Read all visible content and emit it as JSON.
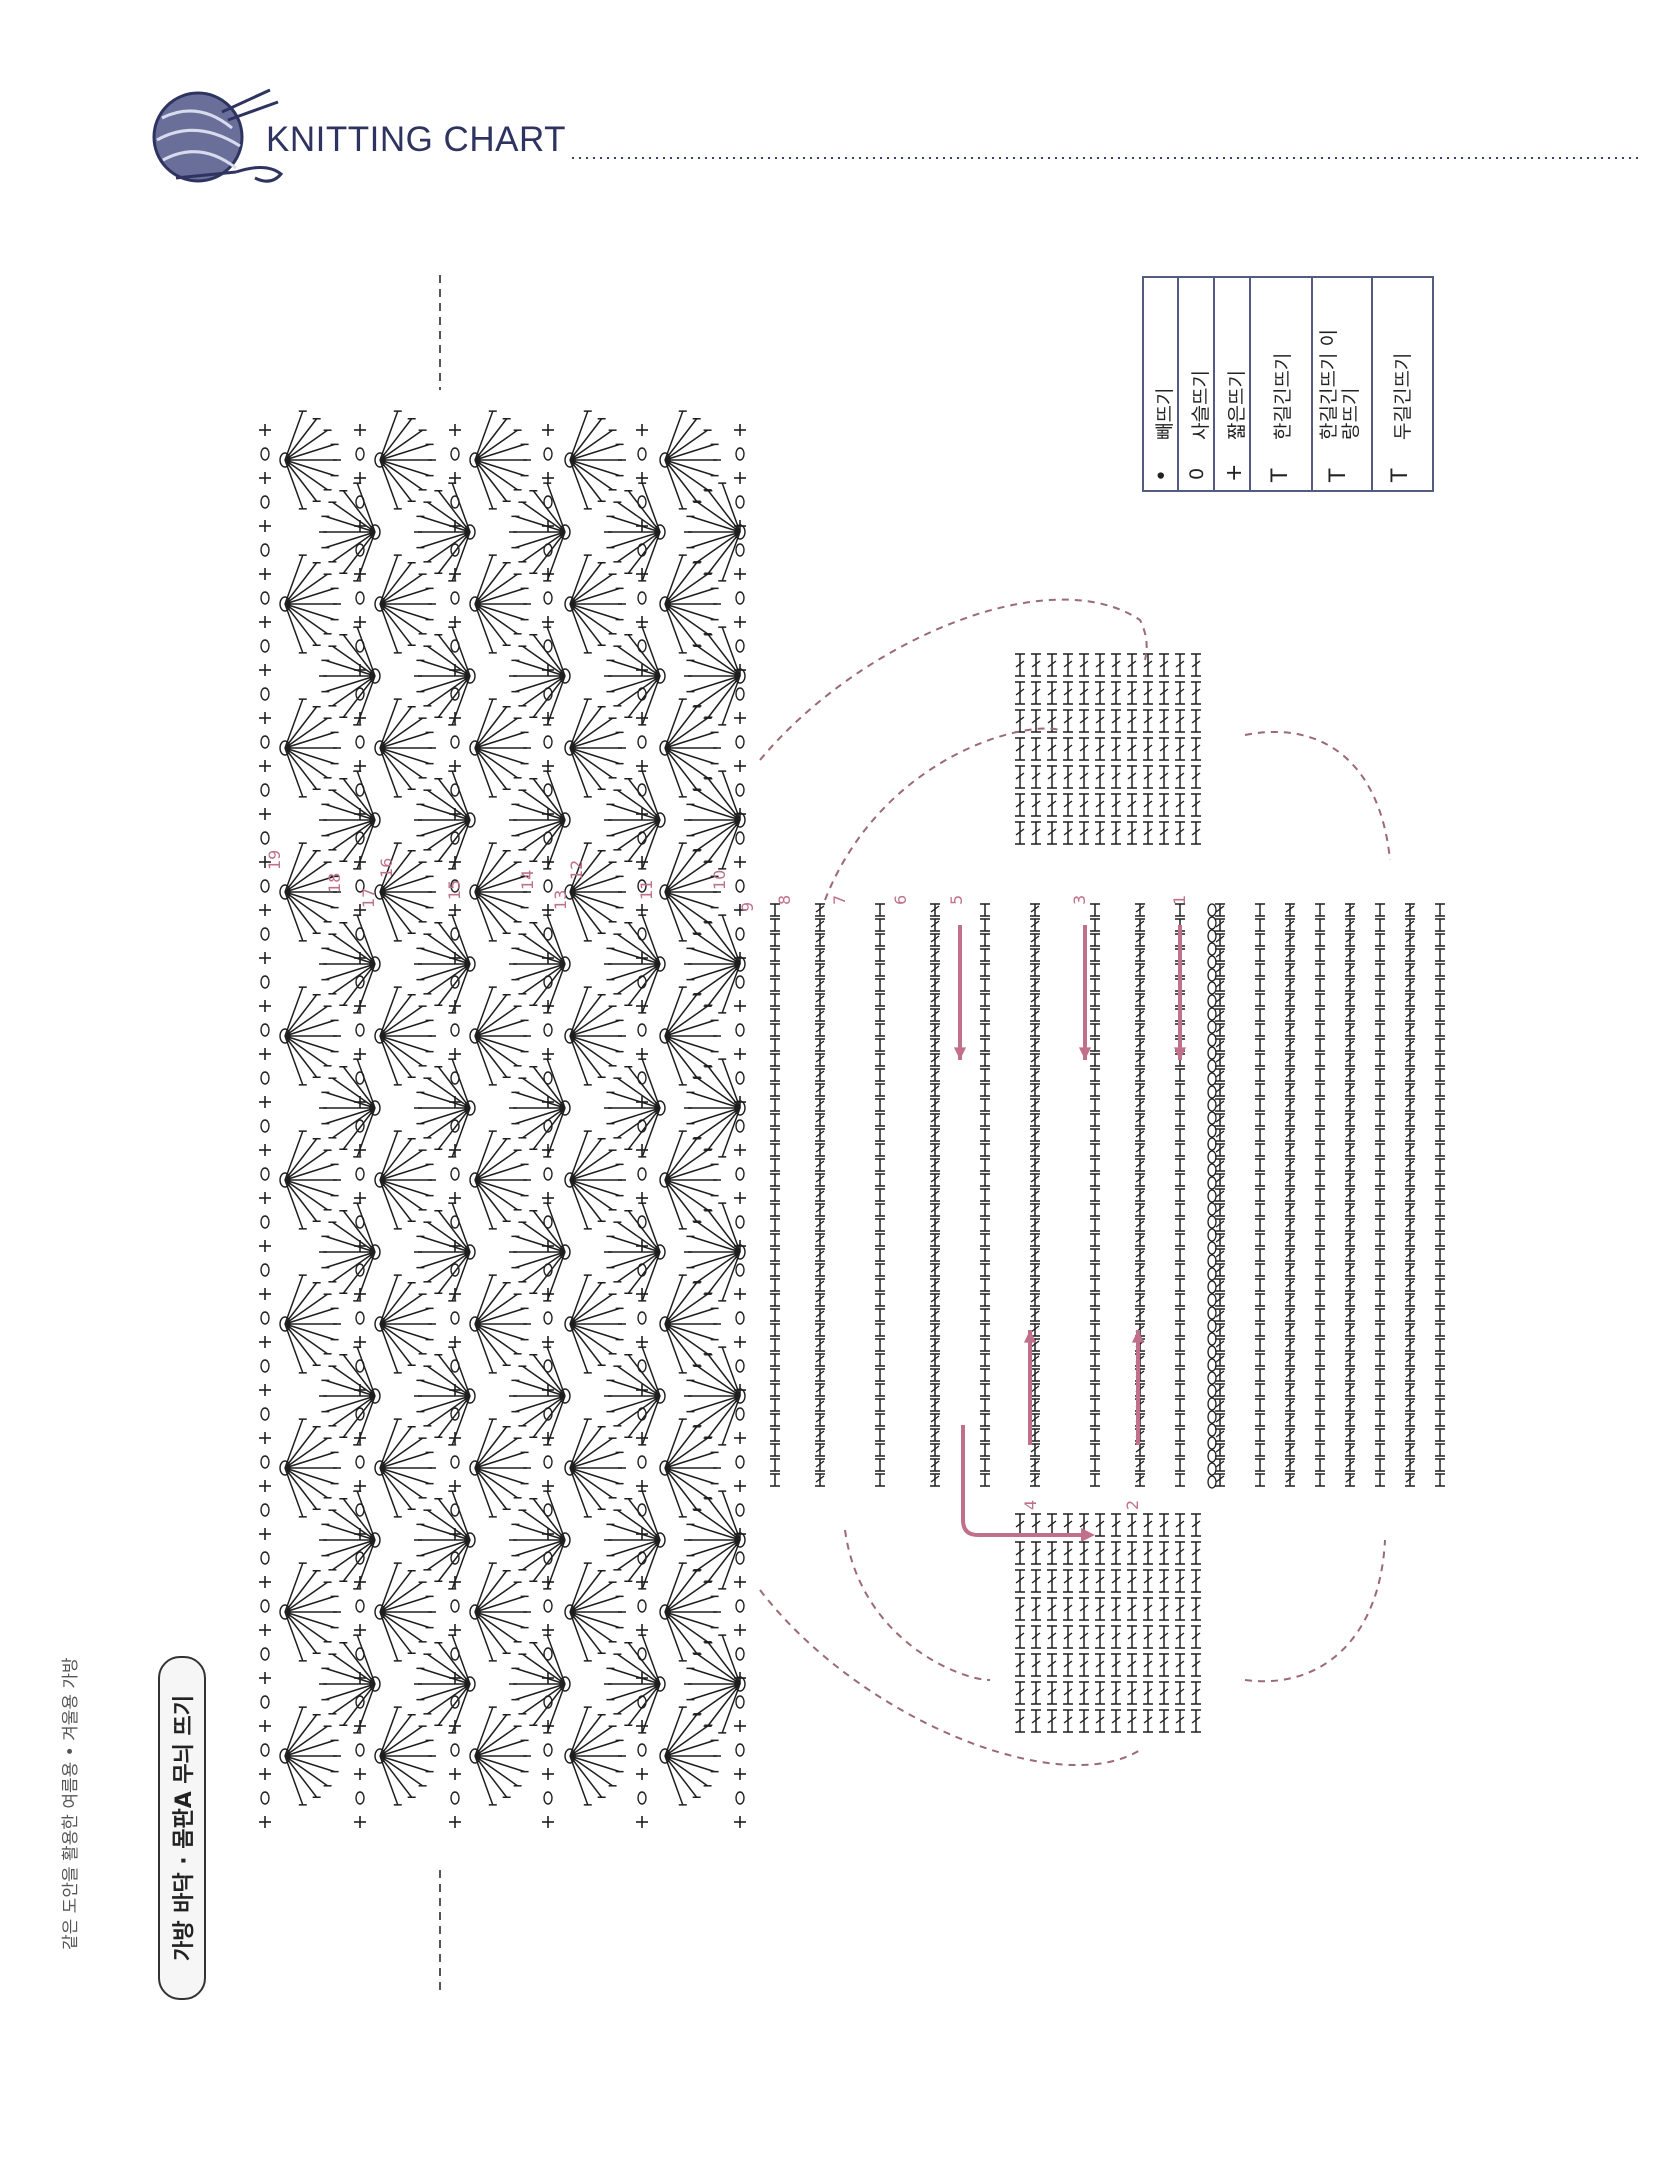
{
  "header": {
    "title": "KNITTING CHART"
  },
  "side_label": {
    "text": "가방 바닥 · 몸판A 무늬 뜨기"
  },
  "side_caption": {
    "text": "같은 도안을 활용한 여름용 • 겨울용 가방"
  },
  "legend": {
    "items": [
      {
        "symbol": "•",
        "label": "빼뜨기"
      },
      {
        "symbol": "0",
        "label": "사슬뜨기"
      },
      {
        "symbol": "+",
        "label": "짧은뜨기"
      },
      {
        "symbol": "T",
        "label": "한길긴뜨기"
      },
      {
        "symbol": "T",
        "label": "한길긴뜨기 이랑뜨기"
      },
      {
        "symbol": "T",
        "label": "두길긴뜨기"
      }
    ]
  },
  "row_numbers": [
    "1",
    "2",
    "3",
    "4",
    "5",
    "6",
    "7",
    "8",
    "9",
    "10",
    "11",
    "12",
    "13",
    "14",
    "15",
    "16",
    "17",
    "18",
    "19"
  ],
  "colors": {
    "ink": "#1e1e1e",
    "accent_pink": "#c0708a",
    "dashed": "#9a6a76",
    "header_navy": "#3a3f6e",
    "legend_border": "#555a80"
  }
}
